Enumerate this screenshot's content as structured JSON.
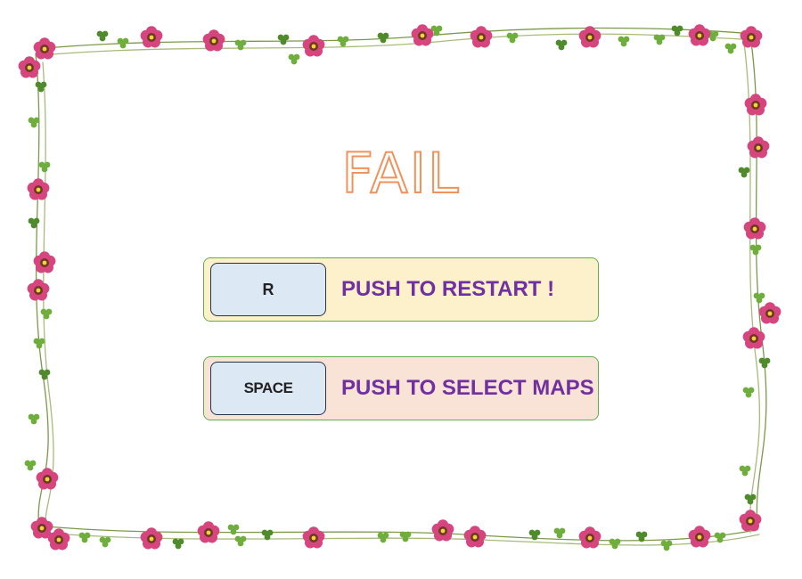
{
  "screen": {
    "title": "FAIL",
    "title_color": "#f2925a",
    "background": "#ffffff"
  },
  "options": [
    {
      "key_label": "R",
      "action_label": "PUSH TO RESTART !",
      "panel_color": "#fdf1cc"
    },
    {
      "key_label": "SPACE",
      "action_label": "PUSH TO SELECT MAPS",
      "panel_color": "#f9e3d6"
    }
  ],
  "colors": {
    "action_text": "#7030a0",
    "keycap_fill": "#dde8f5",
    "panel_border": "#5fae4a",
    "flower_petal": "#d6457e",
    "flower_center": "#6b3a1f",
    "flower_dot": "#f3d33b",
    "leaf": "#6fae3c",
    "vine": "#7a9a4a"
  },
  "decoration": {
    "border_icon": "flower-vine-border-icon"
  }
}
